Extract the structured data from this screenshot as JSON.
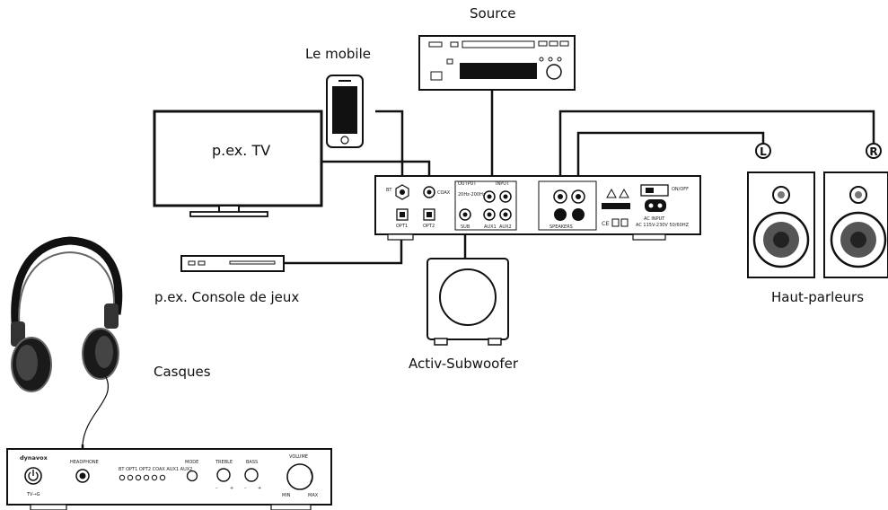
{
  "labels": {
    "source": "Source",
    "mobile": "Le mobile",
    "tv": "p.ex. TV",
    "console": "p.ex. Console de jeux",
    "subwoofer": "Activ-Subwoofer",
    "headphones": "Casques",
    "speakers": "Haut-parleurs",
    "left_marker": "L",
    "right_marker": "R"
  },
  "amp_rear": {
    "bt": "BT",
    "coax": "COAX",
    "opt1": "OPT1",
    "opt2": "OPT2",
    "output": "OUTPUT",
    "input": "INPUT",
    "sub_20": "20Hz-200Hz",
    "sub": "SUB",
    "aux1": "AUX1",
    "aux2": "AUX2",
    "speakers": "SPEAKERS",
    "power_switch": "ON/OFF",
    "ac_input": "AC INPUT",
    "ac_rating": "AC 115V-230V 50/60HZ"
  },
  "amp_front": {
    "brand": "dynavox",
    "headphone": "HEADPHONE",
    "indicators": "BT  OPT1  OPT2  COAX  AUX1  AUX2",
    "mode": "MODE",
    "treble": "TREBLE",
    "bass": "BASS",
    "volume": "VOLUME",
    "tv_sync": "TV→G",
    "min": "MIN",
    "max": "MAX",
    "minus": "–",
    "plus": "+"
  }
}
